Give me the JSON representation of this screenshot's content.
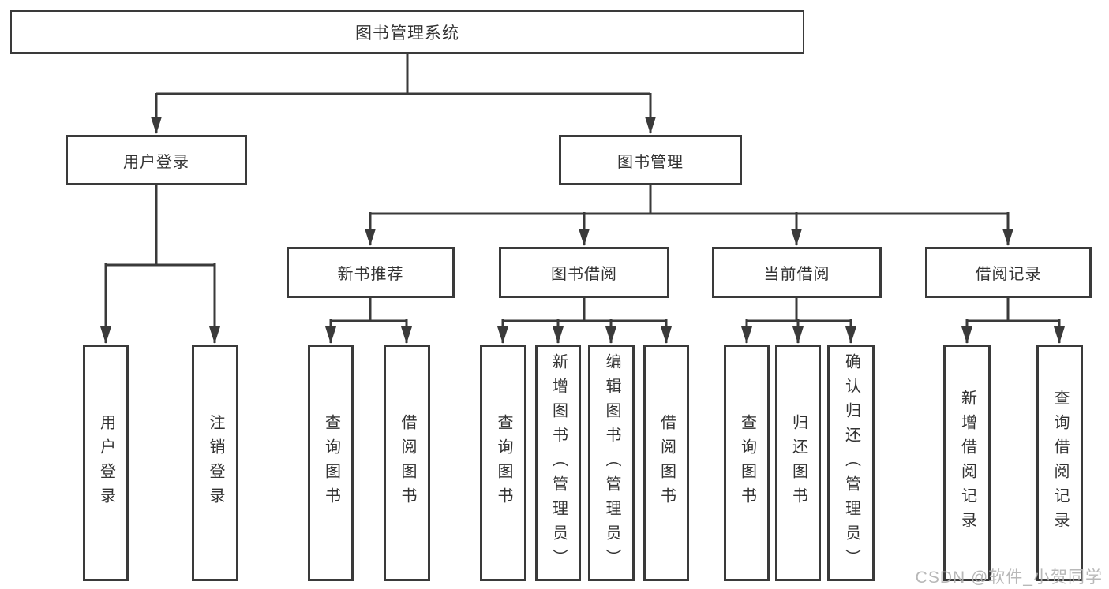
{
  "diagram": {
    "title": "图书管理系统",
    "branches": [
      {
        "label": "用户登录",
        "children": [
          {
            "label": "用户登录"
          },
          {
            "label": "注销登录"
          }
        ]
      },
      {
        "label": "图书管理",
        "children": [
          {
            "label": "新书推荐",
            "children": [
              {
                "label": "查询图书"
              },
              {
                "label": "借阅图书"
              }
            ]
          },
          {
            "label": "图书借阅",
            "children": [
              {
                "label": "查询图书"
              },
              {
                "label": "新增图书（管理员）"
              },
              {
                "label": "编辑图书（管理员）"
              },
              {
                "label": "借阅图书"
              }
            ]
          },
          {
            "label": "当前借阅",
            "children": [
              {
                "label": "查询图书"
              },
              {
                "label": "归还图书"
              },
              {
                "label": "确认归还（管理员）"
              }
            ]
          },
          {
            "label": "借阅记录",
            "children": [
              {
                "label": "新增借阅记录"
              },
              {
                "label": "查询借阅记录"
              }
            ]
          }
        ]
      }
    ]
  },
  "watermark": "CSDN @软件_小贺同学",
  "colors": {
    "line": "#3a3a3a",
    "text": "#333333",
    "background": "#ffffff",
    "watermark": "#b2b2b2"
  }
}
